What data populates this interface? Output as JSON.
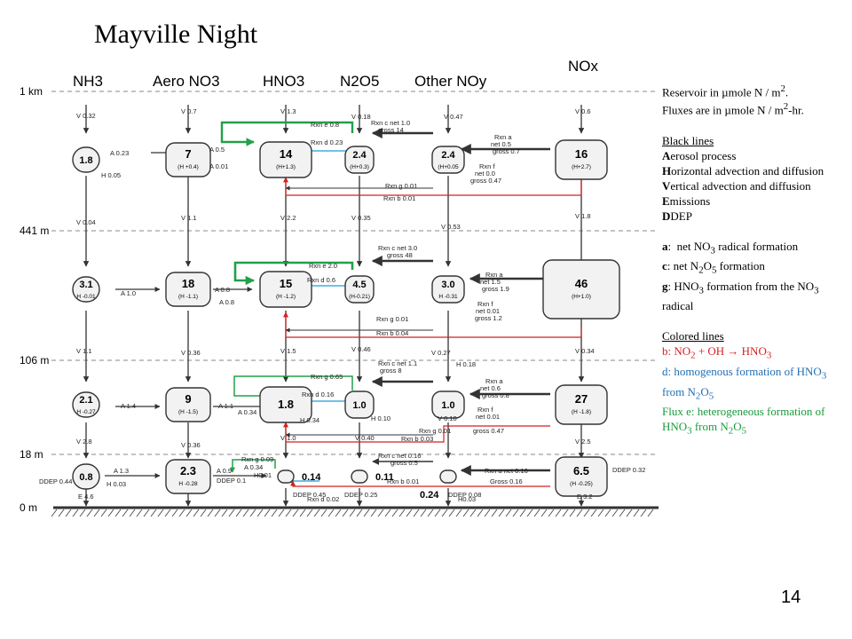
{
  "title": "Mayville Night",
  "page_number": "14",
  "columns": [
    "NH3",
    "Aero NO3",
    "HNO3",
    "N2O5",
    "Other NOy",
    "NOx"
  ],
  "levels": [
    "1 km",
    "441 m",
    "106 m",
    "18 m",
    "0 m"
  ],
  "boxes": {
    "nh3_1": {
      "v": "1.8",
      "s": ""
    },
    "aero_1": {
      "v": "7",
      "s": "(H +0.4)"
    },
    "hno3_1": {
      "v": "14",
      "s": "(H+1.3)"
    },
    "n2o5_1": {
      "v": "2.4",
      "s": "(H+0.3)"
    },
    "other_1": {
      "v": "2.4",
      "s": "(H+0.05"
    },
    "nox_1": {
      "v": "16",
      "s": "(H+2.7)"
    },
    "nh3_2": {
      "v": "3.1",
      "s": "H -0.01"
    },
    "aero_2": {
      "v": "18",
      "s": "(H -1.1)"
    },
    "hno3_2": {
      "v": "15",
      "s": "(H -1.2)"
    },
    "n2o5_2": {
      "v": "4.5",
      "s": "(H-0.21)"
    },
    "other_2": {
      "v": "3.0",
      "s": "H -0.31"
    },
    "nox_2": {
      "v": "46",
      "s": "(H+1.0)"
    },
    "nh3_3": {
      "v": "2.1",
      "s": "H -0.27"
    },
    "aero_3": {
      "v": "9",
      "s": "(H -1.5)"
    },
    "hno3_3": {
      "v": "1.8",
      "s": ""
    },
    "n2o5_3": {
      "v": "1.0",
      "s": ""
    },
    "other_3": {
      "v": "1.0",
      "s": ""
    },
    "nox_3": {
      "v": "27",
      "s": "(H -1.8)"
    },
    "nh3_4": {
      "v": "0.8",
      "s": ""
    },
    "aero_4": {
      "v": "2.3",
      "s": "H -0.28"
    },
    "hno3_4": {
      "v": "0.14",
      "s": ""
    },
    "n2o5_4": {
      "v": "0.11",
      "s": ""
    },
    "other_4": {
      "v": "0.24",
      "s": ""
    },
    "nox_4": {
      "v": "6.5",
      "s": "(H -0.25)"
    }
  },
  "labels": [
    "V 0.32",
    "A 0.23",
    "H 0.05",
    "V 0.7",
    "A 0.5",
    "A 0.01",
    "V 1.3",
    "Rxn e 0.8",
    "Rxn d 0.23",
    "V 0.18",
    "Rxn c net 1.0",
    "gross 14",
    "V 0.47",
    "Rxn a",
    "net 0.5",
    "gross 0.7",
    "Rxn f",
    "net 0.0",
    "gross 0.47",
    "V 0.6",
    "Rxn g 0.01",
    "Rxn b 0.01",
    "V 0.04",
    "V 1.1",
    "V 2.2",
    "V 0.35",
    "V 0.53",
    "V 1.8",
    "Rxn c net 3.0",
    "gross 48",
    "Rxn e 2.0",
    "Rxn d 0.6",
    "Rxn a",
    "net 1.5",
    "gross 1.9",
    "Rxn f",
    "net 0.01",
    "gross 1.2",
    "Rxn g 0.01",
    "Rxn b 0.04",
    "A 1.0",
    "A 0.8",
    "A 0.8",
    "V 1.1",
    "V 0.36",
    "V 1.5",
    "V 0.46",
    "V 0.27",
    "H 0.18",
    "V 0.34",
    "Rxn c net 1.1",
    "gross 8",
    "Rxn g 0.65",
    "Rxn d 0.16",
    "Rxn a",
    "net 0.6",
    "gross 0.8",
    "Rxn f",
    "net 0.01",
    "gross 0.47",
    "A 1.4",
    "A 1.1",
    "A 0.34",
    "H 0.34",
    "H 0.10",
    "Rxn g 0.01",
    "Rxn b 0.03",
    "V 0.10",
    "V 2.8",
    "V 0.36",
    "V 1.0",
    "V 0.40",
    "V 2.5",
    "Rxn g 0.09",
    "A 0.34",
    "H0.01",
    "A 1.3",
    "A 0.9",
    "DDEP 0.1",
    "DDEP 0.44",
    "E 4.6",
    "H 0.03",
    "Rxn c net 0.16",
    "gross 0.5",
    "Rxn b 0.01",
    "Rxn a net 0.16",
    "Gross 0.16",
    "DDEP 0.45",
    "Rxn d 0.02",
    "DDEP 0.25",
    "DDEP 0.08",
    "H0.03",
    "E 3.2",
    "DDEP 0.32"
  ],
  "legend": {
    "reservoir": "Reservoir in µmole N / m",
    "fluxes": "Fluxes are in µmole N / m",
    "fluxes_tail": "-hr.",
    "black_title": "Black lines",
    "black_items": [
      "erosol process",
      "orizontal advection and diffusion",
      "ertical advection and diffusion",
      "missions",
      "DEP"
    ],
    "black_initials": [
      "A",
      "H",
      "V",
      "E",
      "D"
    ],
    "a_item": "net NO",
    "a_tail": " radical formation",
    "c_item": "net N",
    "c_tail": " formation",
    "g_item": "HNO",
    "g_tail": " formation from the NO",
    "g_tail2": " radical",
    "colored_title": "Colored lines",
    "b_item": "b: NO",
    "b_tail": " + OH → HNO",
    "d_item": "d: homogenous formation of HNO",
    "d_tail": " from N",
    "e_item": "Flux e: heterogeneous formation of HNO",
    "e_tail": " from N"
  },
  "colors": {
    "red": "#d42020",
    "blue": "#1f9ad6",
    "green": "#22a04a",
    "line": "#333333",
    "box": "#f2f2f2"
  }
}
